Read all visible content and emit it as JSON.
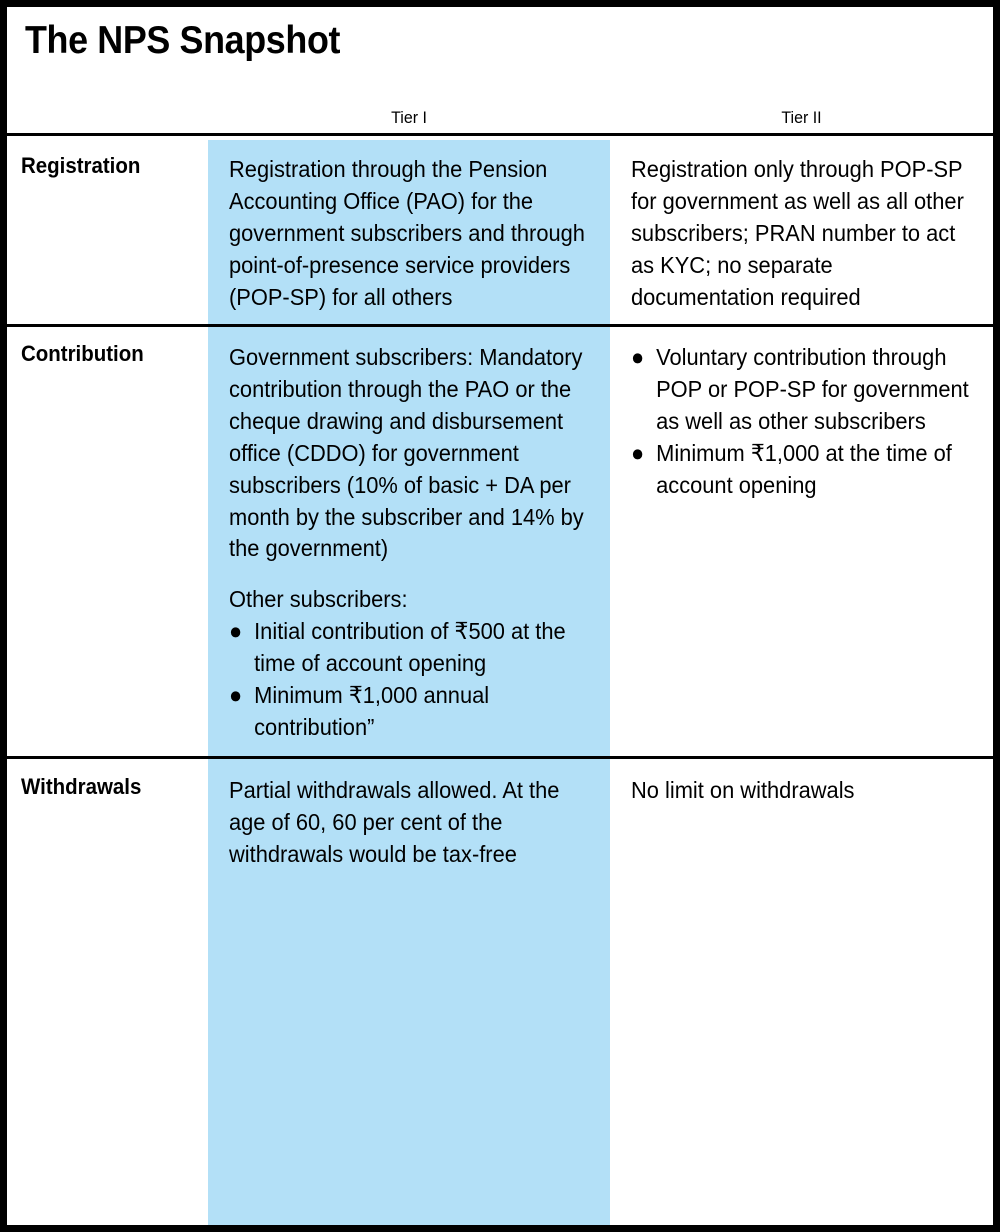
{
  "title": "The NPS Snapshot",
  "colors": {
    "tier1_highlight": "#b3e0f7",
    "border": "#000000",
    "text": "#000000",
    "background": "#ffffff"
  },
  "columns": {
    "label_header": "",
    "tier1_header": "Tier I",
    "tier2_header": "Tier II"
  },
  "rows": [
    {
      "label": "Registration",
      "tier1": {
        "paragraphs": [
          "Registration through the Pension Accounting Office (PAO) for the government subscribers and through point-of-presence service providers (POP-SP) for all others"
        ],
        "bullets": []
      },
      "tier2": {
        "paragraphs": [
          "Registration only through POP-SP for government as well as all other subscribers; PRAN number to act as KYC; no separate documentation required"
        ],
        "bullets": []
      }
    },
    {
      "label": "Contribution",
      "tier1": {
        "paragraphs": [
          "Government subscribers: Mandatory contribution through the PAO or the cheque drawing and disbursement office (CDDO) for government subscribers (10% of basic + DA per month by the subscriber and 14% by the government)",
          "Other subscribers:"
        ],
        "bullets": [
          "Initial contribution of ₹500 at the time of account opening",
          "Minimum ₹1,000 annual contribution”"
        ]
      },
      "tier2": {
        "paragraphs": [],
        "bullets": [
          "Voluntary contribution through POP or POP-SP for government as well as other subscribers",
          "Minimum ₹1,000 at the time of account opening"
        ]
      }
    },
    {
      "label": "Withdrawals",
      "tier1": {
        "paragraphs": [
          "Partial withdrawals allowed. At the age of 60, 60 per cent of the withdrawals would be tax-free"
        ],
        "bullets": []
      },
      "tier2": {
        "paragraphs": [
          "No limit on withdrawals"
        ],
        "bullets": []
      }
    }
  ],
  "bullet_glyph": "●"
}
